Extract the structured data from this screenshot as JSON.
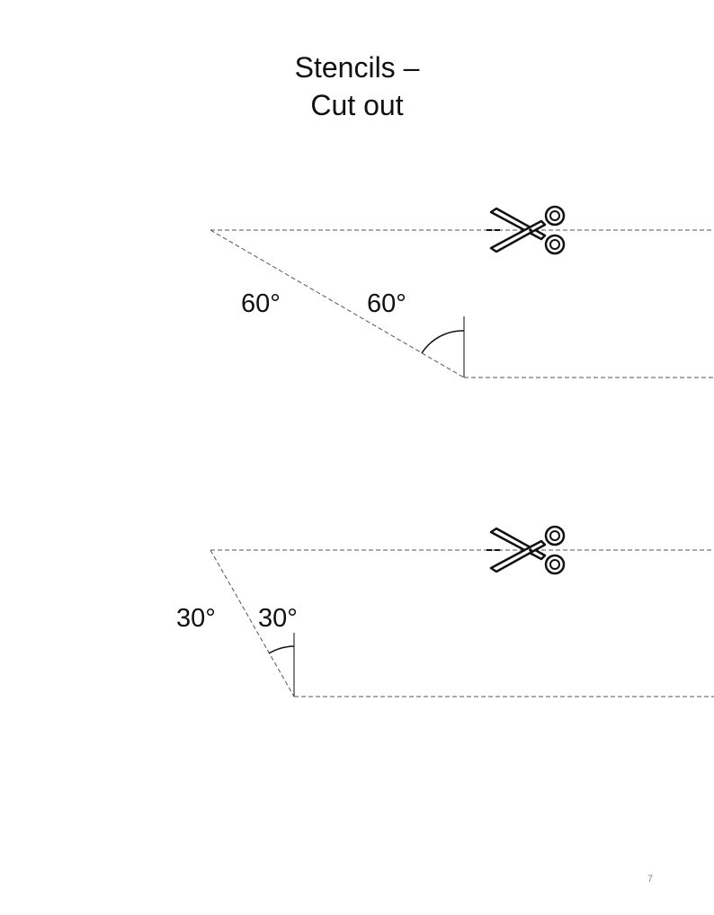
{
  "title": {
    "line1": "Stencils –",
    "line2": "Cut out"
  },
  "stencils": [
    {
      "angle_labels": [
        "60°",
        "60°"
      ],
      "angle_degrees": 60,
      "icon": "scissors-icon"
    },
    {
      "angle_labels": [
        "30°",
        "30°"
      ],
      "angle_degrees": 30,
      "icon": "scissors-icon"
    }
  ],
  "page_number": "7"
}
